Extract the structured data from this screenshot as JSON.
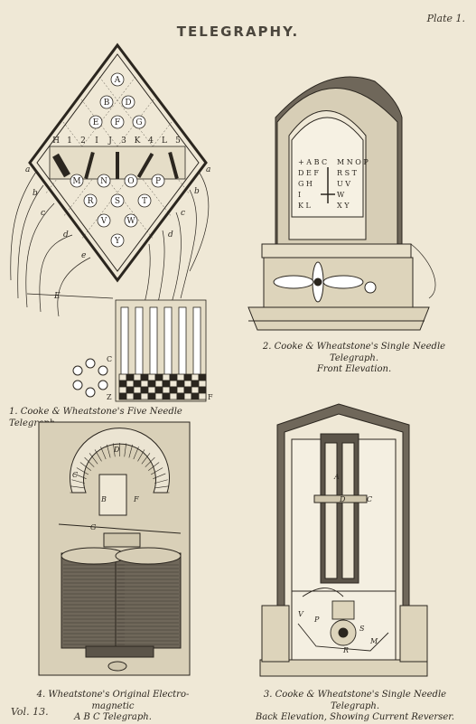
{
  "header": {
    "title": "TELEGRAPHY.",
    "plate": "Plate 1."
  },
  "footer": {
    "volume": "Vol. 13."
  },
  "figures": [
    {
      "caption_line1": "1. Cooke & Wheatstone's Five Needle Telegraph.",
      "caption_line2": ""
    },
    {
      "caption_line1": "2. Cooke & Wheatstone's Single Needle Telegraph.",
      "caption_line2": "Front Elevation."
    },
    {
      "caption_line1": "4. Wheatstone's Original Electro-magnetic",
      "caption_line2": "A B C Telegraph."
    },
    {
      "caption_line1": "3. Cooke & Wheatstone's Single Needle Telegraph.",
      "caption_line2": "Back Elevation, Showing Current Reverser."
    }
  ],
  "fig1_letters": {
    "top_rows": [
      [
        "A"
      ],
      [
        "B",
        "D"
      ],
      [
        "E",
        "F",
        "G"
      ]
    ],
    "numbers": [
      "H",
      "1",
      "2",
      "I",
      "J",
      "3",
      "K",
      "4",
      "L",
      "5"
    ],
    "bottom_rows": [
      [
        "M",
        "N",
        "O",
        "P"
      ],
      [
        "R",
        "S",
        "T"
      ],
      [
        "V",
        "W"
      ],
      [
        "Y"
      ]
    ],
    "side_labels": [
      "a",
      "b",
      "c",
      "d",
      "e",
      "E",
      "C",
      "Z",
      "F"
    ]
  },
  "fig2_dial": {
    "left_col": [
      "+ A B C",
      "D E F",
      "G H",
      "I",
      "K L"
    ],
    "right_col": [
      "M N O P",
      "R S T",
      "U V",
      "W",
      "X Y"
    ]
  }
}
